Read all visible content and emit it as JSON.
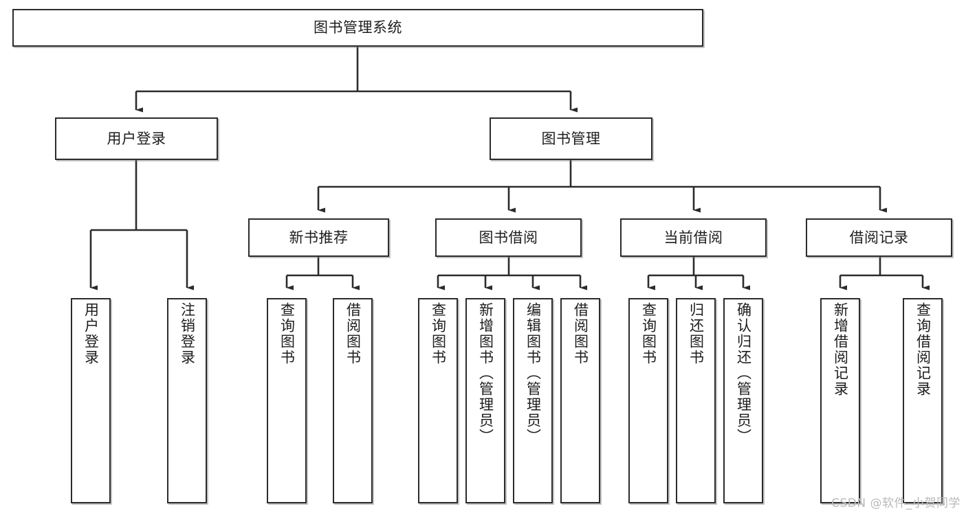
{
  "diagram": {
    "type": "hierarchy-tree",
    "title": "图书管理系统",
    "background_color": "#ffffff",
    "line_color": "#2b2b2b",
    "text_color": "#1d1d1d",
    "root": {
      "label": "图书管理系统",
      "orientation": "horizontal"
    },
    "level2": [
      {
        "label": "用户登录",
        "orientation": "horizontal"
      },
      {
        "label": "图书管理",
        "orientation": "horizontal"
      }
    ],
    "level3": [
      {
        "label": "新书推荐",
        "orientation": "horizontal"
      },
      {
        "label": "图书借阅",
        "orientation": "horizontal"
      },
      {
        "label": "当前借阅",
        "orientation": "horizontal"
      },
      {
        "label": "借阅记录",
        "orientation": "horizontal"
      }
    ],
    "leaves": {
      "user_login": [
        {
          "label": "用户登录",
          "orientation": "vertical"
        },
        {
          "label": "注销登录",
          "orientation": "vertical"
        }
      ],
      "new_book_recommend": [
        {
          "label": "查询图书",
          "orientation": "vertical"
        },
        {
          "label": "借阅图书",
          "orientation": "vertical"
        }
      ],
      "book_borrow": [
        {
          "label": "查询图书",
          "orientation": "vertical"
        },
        {
          "label": "新增图书（管理员）",
          "orientation": "vertical"
        },
        {
          "label": "编辑图书（管理员）",
          "orientation": "vertical"
        },
        {
          "label": "借阅图书",
          "orientation": "vertical"
        }
      ],
      "current_borrow": [
        {
          "label": "查询图书",
          "orientation": "vertical"
        },
        {
          "label": "归还图书",
          "orientation": "vertical"
        },
        {
          "label": "确认归还（管理员）",
          "orientation": "vertical"
        }
      ],
      "borrow_record": [
        {
          "label": "新增借阅记录",
          "orientation": "vertical"
        },
        {
          "label": "查询借阅记录",
          "orientation": "vertical"
        }
      ]
    }
  },
  "watermark": {
    "text": "CSDN @软件_小贺同学"
  }
}
